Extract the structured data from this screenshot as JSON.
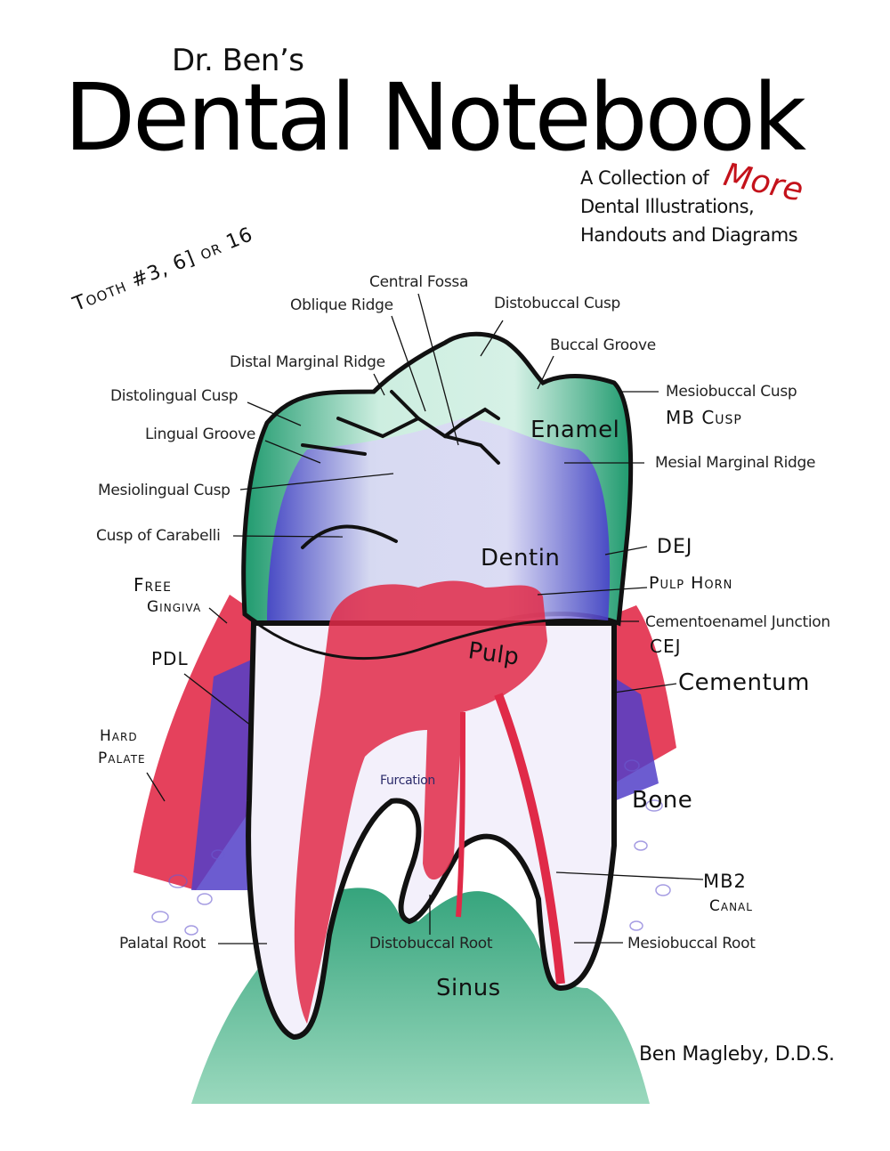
{
  "cover": {
    "title_prefix": "Dr. Ben’s",
    "title": "Dental Notebook",
    "subtitle_line1": "A Collection of",
    "subtitle_emphasis": "More",
    "subtitle_line2": "Dental Illustrations,",
    "subtitle_line3": "Handouts and Diagrams",
    "author": "Ben Magleby, D.D.S.",
    "handwritten_note": "Tooth #3, 6] or 16"
  },
  "colors": {
    "enamel_green": "#1f9a6e",
    "dentin_blue": "#4a3ad0",
    "pulp_red": "#d81e3c",
    "accent_red": "#c4121b",
    "outline": "#111111"
  },
  "labels": {
    "central_fossa": "Central Fossa",
    "oblique_ridge": "Oblique Ridge",
    "distobuccal_cusp": "Distobuccal Cusp",
    "buccal_groove": "Buccal Groove",
    "distal_marginal_ridge": "Distal Marginal Ridge",
    "distolingual_cusp": "Distolingual Cusp",
    "mesiobuccal_cusp": "Mesiobuccal Cusp",
    "mb_cusp": "MB Cusp",
    "lingual_groove": "Lingual Groove",
    "enamel": "Enamel",
    "mesial_marginal_ridge": "Mesial Marginal Ridge",
    "mesiolingual_cusp": "Mesiolingual Cusp",
    "cusp_of_carabelli": "Cusp of Carabelli",
    "dej": "DEJ",
    "dentin": "Dentin",
    "free_gingiva_1": "Free",
    "free_gingiva_2": "Gingiva",
    "pulp_horn": "Pulp Horn",
    "cej_full": "Cementoenamel Junction",
    "cej": "CEJ",
    "pdl": "PDL",
    "pulp": "Pulp",
    "cementum": "Cementum",
    "hard_palate_1": "Hard",
    "hard_palate_2": "Palate",
    "furcation": "Furcation",
    "bone": "Bone",
    "mb2_1": "MB2",
    "mb2_2": "Canal",
    "palatal_root": "Palatal Root",
    "distobuccal_root": "Distobuccal Root",
    "mesiobuccal_root": "Mesiobuccal Root",
    "sinus": "Sinus"
  }
}
